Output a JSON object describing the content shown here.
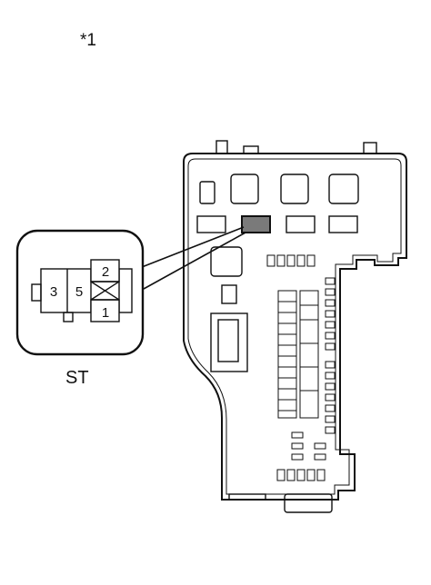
{
  "diagram": {
    "callout": "*1",
    "relay": {
      "name": "ST",
      "terminals": [
        "3",
        "5",
        "2",
        "1"
      ]
    },
    "colors": {
      "line": "#111111",
      "highlight": "#7a7a7a",
      "background": "#ffffff"
    }
  }
}
